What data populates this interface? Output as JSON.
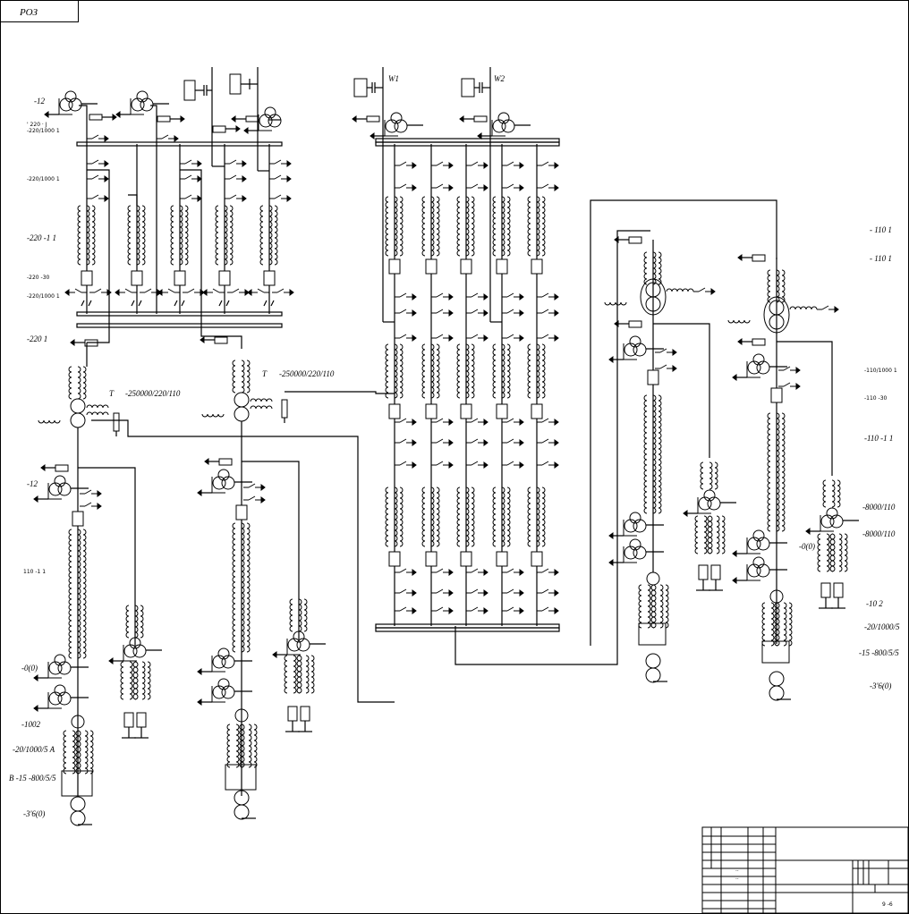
{
  "stamp": {
    "text": "РОЗ"
  },
  "labels_left": {
    "vt_top": "-12",
    "bus_top_a": "' 220 · J",
    "bus_top_b": "-220/1000 1",
    "disc_1": "-220/1000 1",
    "ct_220": "-220 -1 1",
    "breaker_220": "-220 -30",
    "disc_2": "-220/1000 1",
    "bus_220": "-220 1",
    "t1_name": "T",
    "t1_rating": "-250000/220/110",
    "t2_name": "T",
    "t2_rating": "-250000/220/110",
    "vt_low": "-12",
    "ct_low": "110 -1 1",
    "vt_0": "-0(0)",
    "reactor": "-1002",
    "ct_a": "-20/1000/5 A",
    "ct_b": "B -15 -800/5/5",
    "aux_tr": "-3'6(0)"
  },
  "labels_mid": {
    "w1": "W1",
    "w2": "W2"
  },
  "labels_right": {
    "line_1": "- 110 1",
    "line_2": "- 110 1",
    "disc": "-110/1000 1",
    "breaker": "-110 -30",
    "ct": "-110 -1 1",
    "tr_a": "-8000/110",
    "tr_b": "-8000/110",
    "vt_0": "-0(0)",
    "reactor": "-10 2",
    "ct_a": "-20/1000/5",
    "ct_b": "-15 -800/5/5",
    "aux_tr": "-3'6(0)"
  },
  "title_block": {
    "sheet": "9 -6",
    "mark": "..",
    "mark2": ".."
  },
  "colors": {
    "ink": "#000000",
    "paper": "#ffffff"
  }
}
